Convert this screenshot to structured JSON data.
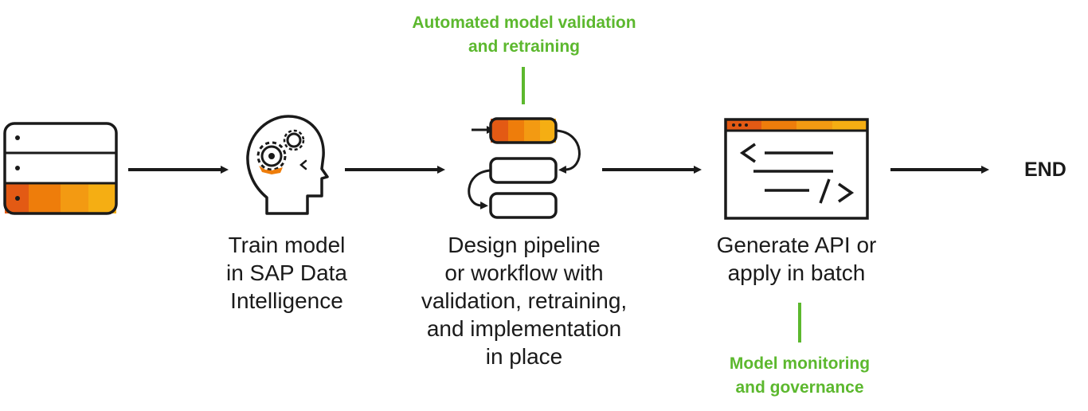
{
  "steps": [
    {
      "id": "database",
      "icon": "database-icon",
      "label": []
    },
    {
      "id": "train",
      "icon": "brain-gears-icon",
      "label": [
        "Train model",
        "in SAP Data",
        "Intelligence"
      ]
    },
    {
      "id": "pipeline",
      "icon": "pipeline-icon",
      "label": [
        "Design pipeline",
        "or workflow with",
        "validation, retraining,",
        "and implementation",
        "in place"
      ]
    },
    {
      "id": "api",
      "icon": "code-window-icon",
      "label": [
        "Generate API or",
        "apply in batch"
      ]
    }
  ],
  "annotations": {
    "top": {
      "lines": [
        "Automated model validation",
        "and retraining"
      ]
    },
    "bottom": {
      "lines": [
        "Model monitoring",
        "and governance"
      ]
    }
  },
  "end_label": "END",
  "colors": {
    "green": "#5cb82e",
    "orange_dark": "#e35a14",
    "orange_mid": "#ee7d0b",
    "orange_light": "#f39a12",
    "yellow": "#f5ae13",
    "outline": "#1a1a1a"
  }
}
